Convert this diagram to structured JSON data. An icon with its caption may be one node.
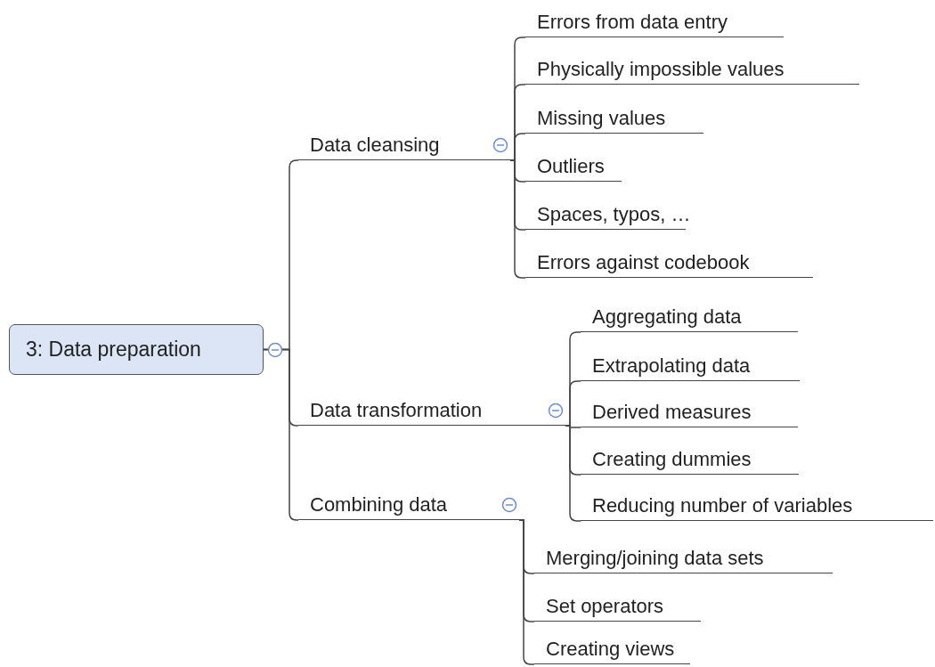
{
  "diagram": {
    "nodes": [
      {
        "text": [
          "3: Data preparation"
        ]
      },
      {
        "text": [
          "Data cleansing"
        ]
      },
      {
        "text": [
          "Errors from data entry"
        ]
      },
      {
        "text": [
          "Physically impossible values"
        ]
      },
      {
        "text": [
          "Missing values"
        ]
      },
      {
        "text": [
          "Outliers"
        ]
      },
      {
        "text": [
          "Spaces, typos, …"
        ]
      },
      {
        "text": [
          "Errors against codebook"
        ]
      },
      {
        "text": [
          "Data transformation"
        ]
      },
      {
        "text": [
          "Aggregating data"
        ]
      },
      {
        "text": [
          "Extrapolating data"
        ]
      },
      {
        "text": [
          "Derived measures"
        ]
      },
      {
        "text": [
          "Creating dummies"
        ]
      },
      {
        "text": [
          "Reducing number of variables"
        ]
      },
      {
        "text": [
          "Combining data"
        ]
      },
      {
        "text": [
          "Merging/joining data sets"
        ]
      },
      {
        "text": [
          "Set operators"
        ]
      },
      {
        "text": [
          "Creating views"
        ]
      }
    ],
    "edges": [
      {
        "from": 0,
        "to": 1,
        "arrow": "none"
      },
      {
        "from": 1,
        "to": 2,
        "arrow": "none"
      },
      {
        "from": 1,
        "to": 3,
        "arrow": "none"
      },
      {
        "from": 1,
        "to": 4,
        "arrow": "none"
      },
      {
        "from": 1,
        "to": 5,
        "arrow": "none"
      },
      {
        "from": 1,
        "to": 6,
        "arrow": "none"
      },
      {
        "from": 1,
        "to": 7,
        "arrow": "none"
      },
      {
        "from": 0,
        "to": 8,
        "arrow": "none"
      },
      {
        "from": 8,
        "to": 9,
        "arrow": "none"
      },
      {
        "from": 8,
        "to": 10,
        "arrow": "none"
      },
      {
        "from": 8,
        "to": 11,
        "arrow": "none"
      },
      {
        "from": 8,
        "to": 12,
        "arrow": "none"
      },
      {
        "from": 8,
        "to": 13,
        "arrow": "none"
      },
      {
        "from": 0,
        "to": 14,
        "arrow": "none"
      },
      {
        "from": 14,
        "to": 15,
        "arrow": "none"
      },
      {
        "from": 14,
        "to": 16,
        "arrow": "none"
      },
      {
        "from": 14,
        "to": 17,
        "arrow": "none"
      }
    ]
  }
}
